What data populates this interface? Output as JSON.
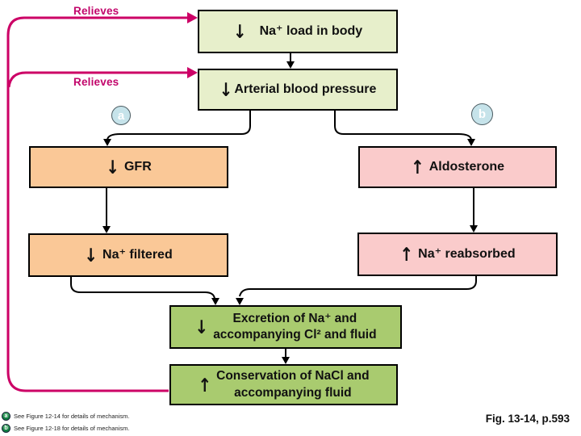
{
  "diagram": {
    "relieves_top": "Relieves",
    "relieves_bottom": "Relieves",
    "boxes": {
      "na_load": {
        "arrow": "↓",
        "label": "Na⁺ load in body"
      },
      "arterial": {
        "arrow": "↓",
        "label": "Arterial blood pressure"
      },
      "gfr": {
        "arrow": "↓",
        "label": "GFR"
      },
      "aldosterone": {
        "arrow": "↑",
        "label": "Aldosterone"
      },
      "na_filtered": {
        "arrow": "↓",
        "label": "Na⁺ filtered"
      },
      "na_reabsorbed": {
        "arrow": "↑",
        "label": "Na⁺ reabsorbed"
      },
      "excretion": {
        "arrow": "↓",
        "label": "Excretion of Na⁺ and\naccompanying Cl² and fluid"
      },
      "conservation": {
        "arrow": "↑",
        "label": "Conservation of NaCl and\naccompanying fluid"
      }
    },
    "markers": {
      "a": "a",
      "b": "b"
    },
    "footnotes": [
      {
        "marker": "a",
        "text": "See Figure 12-14 for details of mechanism."
      },
      {
        "marker": "b",
        "text": "See Figure 12-18 for details of mechanism."
      }
    ],
    "figure_caption": "Fig. 13-14, p.593",
    "colors": {
      "magenta_line": "#CC0066",
      "pale_green_box": "#E7EFCB",
      "orange_box": "#FAC897",
      "pink_box": "#FACBCB",
      "green_box": "#A9CB6F",
      "marker_blue": "#C6E3EA",
      "footnote_green": "#158245",
      "black_line": "#000000"
    }
  }
}
